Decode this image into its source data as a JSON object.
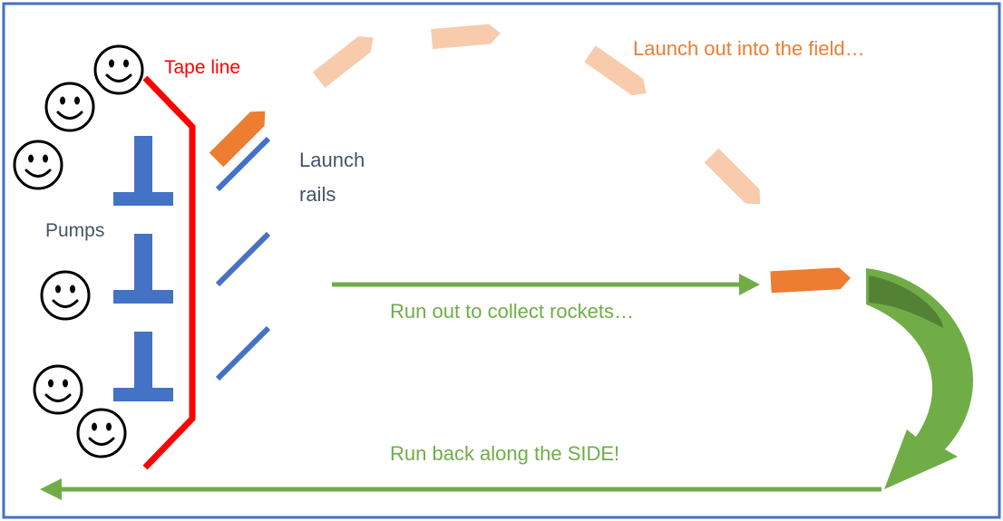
{
  "labels": {
    "tape_line": "Tape line",
    "launch_rails_1": "Launch",
    "launch_rails_2": "rails",
    "pumps": "Pumps",
    "launch_out": "Launch out into the field…",
    "run_out": "Run out to collect rockets…",
    "run_back": "Run back along the SIDE!"
  },
  "colors": {
    "border": "#4472c4",
    "tape": "#ff0000",
    "pump": "#4472c4",
    "rail": "#4472c4",
    "rocket": "#ed7d31",
    "rocket_faded": "#f8cbad",
    "arrow": "#70ad47",
    "arrow_dark": "#548235",
    "label_tape": "#ff0000",
    "label_rails": "#44546a",
    "label_launch": "#ed7d31",
    "label_run": "#70ad47"
  }
}
